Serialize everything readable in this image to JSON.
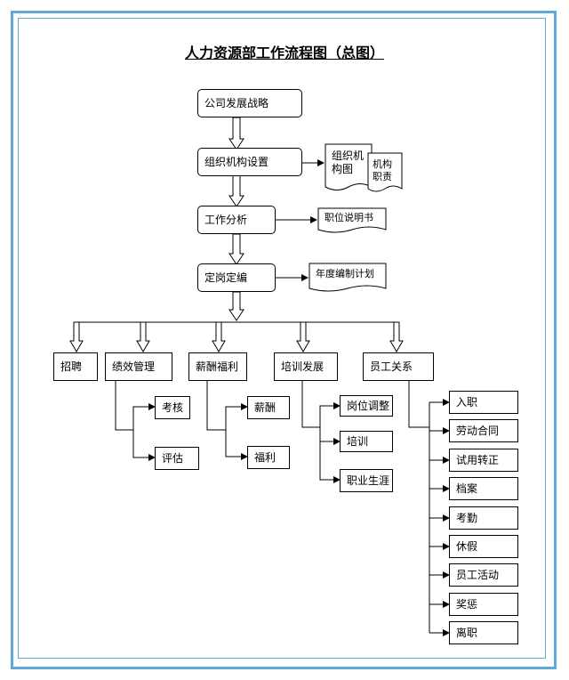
{
  "title": "人力资源部工作流程图（总图）",
  "main_flow": [
    "公司发展战略",
    "组织机构设置",
    "工作分析",
    "定岗定编"
  ],
  "docs": {
    "org_chart": "组织机构图",
    "org_duties": "机构职责",
    "job_description": "职位说明书",
    "annual_plan": "年度编制计划"
  },
  "categories": [
    "招聘",
    "绩效管理",
    "薪酬福利",
    "培训发展",
    "员工关系"
  ],
  "performance_items": [
    "考核",
    "评估"
  ],
  "compensation_items": [
    "薪酬",
    "福利"
  ],
  "training_items": [
    "岗位调整",
    "培训",
    "职业生涯"
  ],
  "employee_relations_items": [
    "入职",
    "劳动合同",
    "试用转正",
    "档案",
    "考勤",
    "休假",
    "员工活动",
    "奖惩",
    "离职"
  ]
}
